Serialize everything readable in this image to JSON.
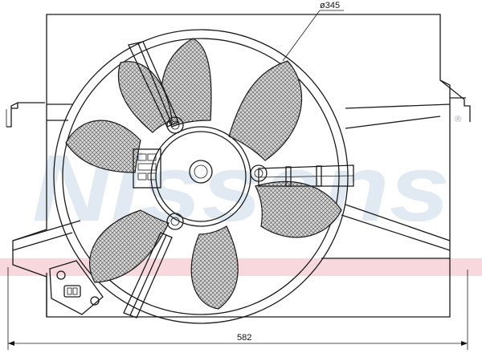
{
  "watermark": {
    "text": "Nissens",
    "trademark": "®",
    "fill_color": "#c9d9e8",
    "band_color": "#f2c7cf"
  },
  "dimensions": {
    "fan_diameter_label": "ø345",
    "overall_width_label": "582"
  },
  "colors": {
    "line": "#1a1a1a",
    "hatch": "#555555",
    "background": "#ffffff"
  }
}
